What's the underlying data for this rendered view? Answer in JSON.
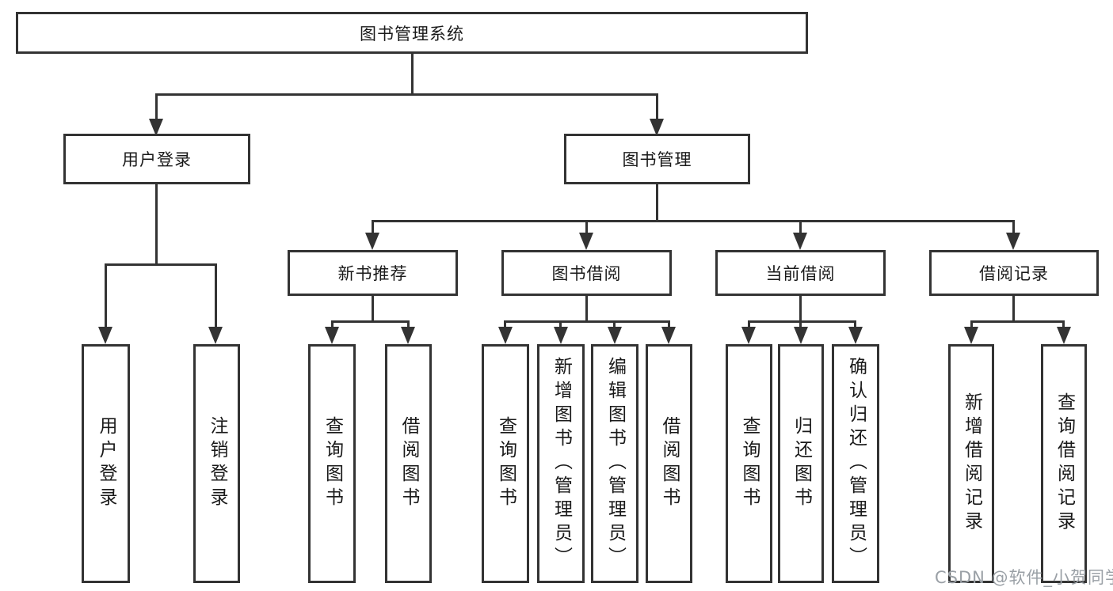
{
  "root": {
    "label": "图书管理系统"
  },
  "level1": [
    {
      "id": "user-login",
      "label": "用户登录"
    },
    {
      "id": "book-management",
      "label": "图书管理"
    }
  ],
  "level2": [
    {
      "id": "new-book-recommend",
      "label": "新书推荐",
      "parent": "book-management"
    },
    {
      "id": "book-borrow",
      "label": "图书借阅",
      "parent": "book-management"
    },
    {
      "id": "current-borrow",
      "label": "当前借阅",
      "parent": "book-management"
    },
    {
      "id": "borrow-records",
      "label": "借阅记录",
      "parent": "book-management"
    }
  ],
  "leaves": [
    {
      "label": "用户登录",
      "parent": "user-login"
    },
    {
      "label": "注销登录",
      "parent": "user-login"
    },
    {
      "label": "查询图书",
      "parent": "new-book-recommend"
    },
    {
      "label": "借阅图书",
      "parent": "new-book-recommend"
    },
    {
      "label": "查询图书",
      "parent": "book-borrow"
    },
    {
      "label": "新增图书（管理员）",
      "parent": "book-borrow"
    },
    {
      "label": "编辑图书（管理员）",
      "parent": "book-borrow"
    },
    {
      "label": "借阅图书",
      "parent": "book-borrow"
    },
    {
      "label": "查询图书",
      "parent": "current-borrow"
    },
    {
      "label": "归还图书",
      "parent": "current-borrow"
    },
    {
      "label": "确认归还（管理员）",
      "parent": "current-borrow"
    },
    {
      "label": "新增借阅记录",
      "parent": "borrow-records"
    },
    {
      "label": "查询借阅记录",
      "parent": "borrow-records"
    }
  ],
  "watermark": {
    "text": "CSDN @软件_小贺同学",
    "color": "#9aa0a6"
  },
  "colors": {
    "line": "#333333",
    "text": "#1a1a1a",
    "background": "#ffffff"
  }
}
